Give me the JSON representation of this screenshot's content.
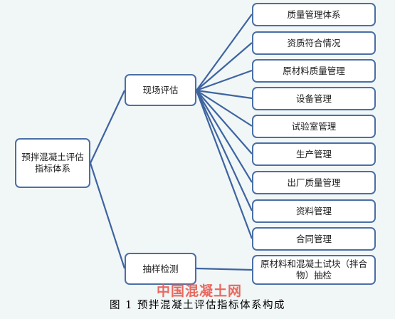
{
  "diagram": {
    "root": {
      "label": "预拌混凝土评估指标体系"
    },
    "branches": [
      {
        "label": "现场评估"
      },
      {
        "label": "抽样检测"
      }
    ],
    "leaves": [
      {
        "label": "质量管理体系"
      },
      {
        "label": "资质符合情况"
      },
      {
        "label": "原材料质量管理"
      },
      {
        "label": "设备管理"
      },
      {
        "label": "试验室管理"
      },
      {
        "label": "生产管理"
      },
      {
        "label": "出厂质量管理"
      },
      {
        "label": "资料管理"
      },
      {
        "label": "合同管理"
      },
      {
        "label": "原材料和混凝土试块（拌合物）抽检"
      }
    ],
    "colors": {
      "node_border": "#4a6fa6",
      "connector": "#3e64a0",
      "watermark": "#e95a4f",
      "background": "#f1f6f7"
    }
  },
  "watermark": {
    "text": "中国混凝土网"
  },
  "caption": {
    "text": "图 1  预拌混凝土评估指标体系构成"
  }
}
